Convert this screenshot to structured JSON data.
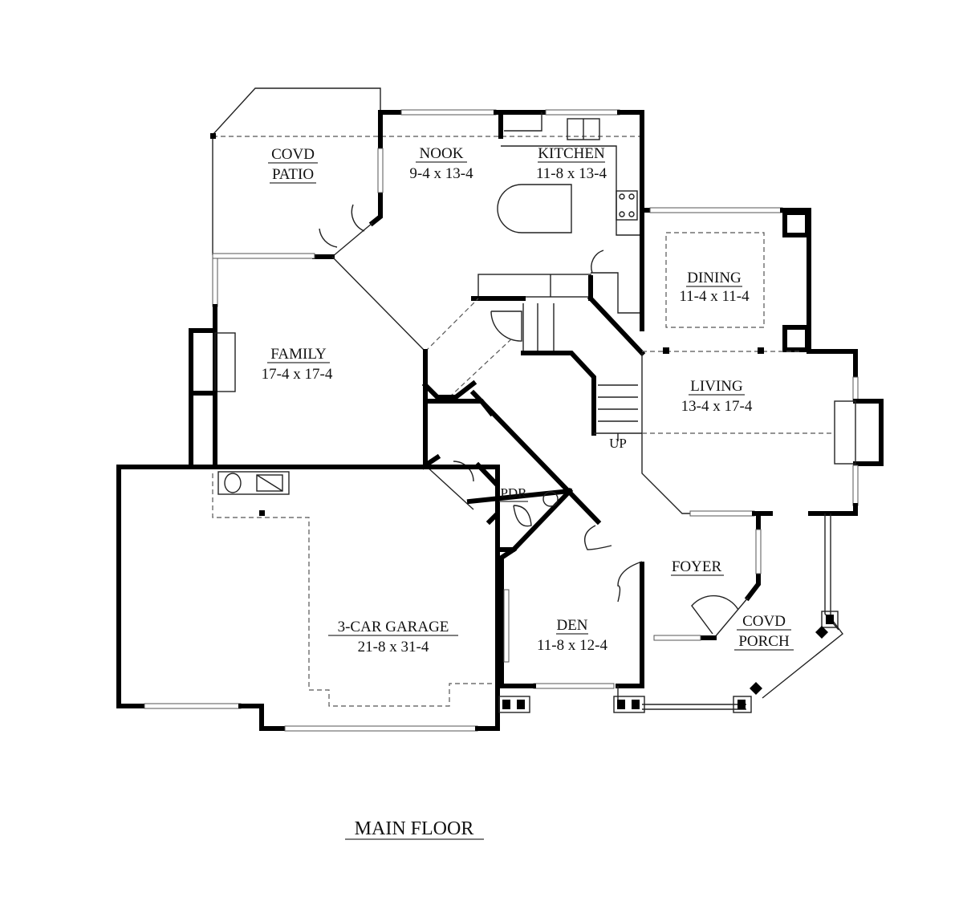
{
  "plan": {
    "title": "MAIN FLOOR",
    "rooms": {
      "patio": {
        "name_line1": "COVD",
        "name_line2": "PATIO"
      },
      "nook": {
        "name": "NOOK",
        "size": "9-4 x 13-4"
      },
      "kitchen": {
        "name": "KITCHEN",
        "size": "11-8 x 13-4"
      },
      "dining": {
        "name": "DINING",
        "size": "11-4 x 11-4"
      },
      "family": {
        "name": "FAMILY",
        "size": "17-4 x 17-4"
      },
      "living": {
        "name": "LIVING",
        "size": "13-4 x 17-4"
      },
      "stairs": {
        "name": "UP"
      },
      "powder": {
        "name": "PDR"
      },
      "foyer": {
        "name": "FOYER"
      },
      "den": {
        "name": "DEN",
        "size": "11-8 x 12-4"
      },
      "garage": {
        "name": "3-CAR GARAGE",
        "size": "21-8 x 31-4"
      },
      "porch": {
        "name_line1": "COVD",
        "name_line2": "PORCH"
      }
    }
  }
}
